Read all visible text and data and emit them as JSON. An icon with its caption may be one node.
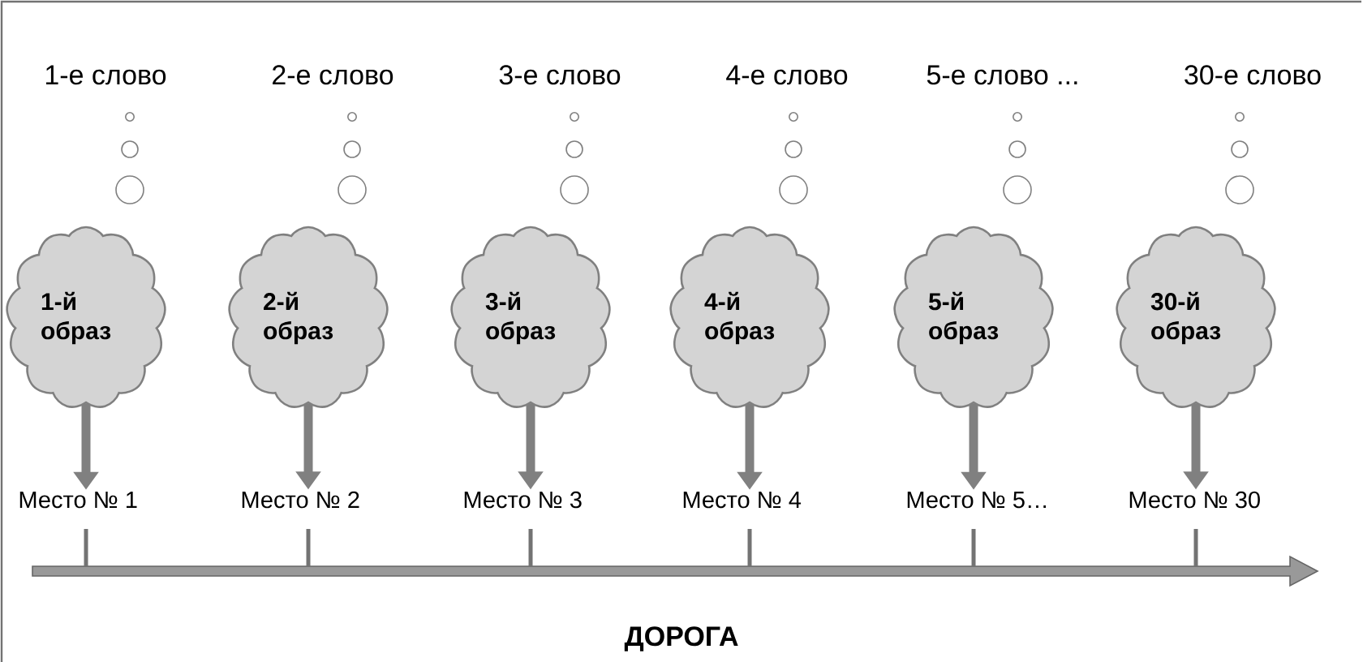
{
  "diagram": {
    "nodes": [
      {
        "text": [
          "1-й образ"
        ]
      },
      {
        "text": [
          "2-й образ"
        ]
      },
      {
        "text": [
          "3-й образ"
        ]
      },
      {
        "text": [
          "4-й образ"
        ]
      },
      {
        "text": [
          "5-й образ"
        ]
      },
      {
        "text": [
          "30-й образ"
        ]
      },
      {
        "text": [
          "Место № 1"
        ]
      },
      {
        "text": [
          "Место № 2"
        ]
      },
      {
        "text": [
          "Место № 3"
        ]
      },
      {
        "text": [
          "Место № 4"
        ]
      },
      {
        "text": [
          "Место № 5…"
        ]
      },
      {
        "text": [
          "Место № 30"
        ]
      }
    ],
    "edges": [
      {
        "from": 0,
        "to": 6,
        "arrow": "to"
      },
      {
        "from": 1,
        "to": 7,
        "arrow": "to"
      },
      {
        "from": 2,
        "to": 8,
        "arrow": "to"
      },
      {
        "from": 3,
        "to": 9,
        "arrow": "to"
      },
      {
        "from": 4,
        "to": 10,
        "arrow": "to"
      },
      {
        "from": 5,
        "to": 11,
        "arrow": "to"
      }
    ],
    "labels": [
      "1-е слово",
      "2-е слово",
      "3-е слово",
      "4-е слово",
      "5-е слово ...",
      "30-е слово",
      "ДОРОГА"
    ]
  }
}
